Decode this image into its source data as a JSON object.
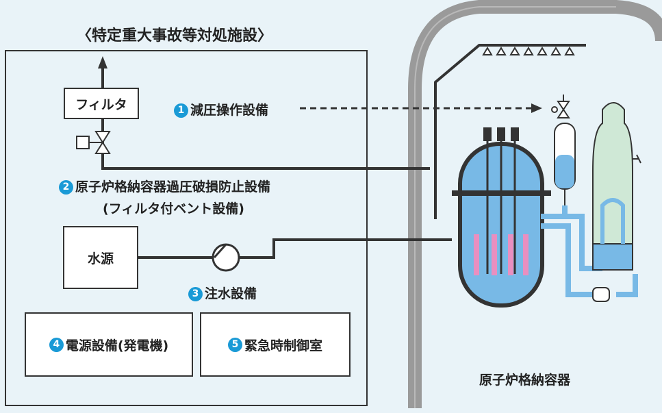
{
  "facility_title": "〈特定重大事故等対処施設〉",
  "filter_label": "フィルタ",
  "water_source_label": "水源",
  "items": [
    {
      "number": "1",
      "label": "減圧操作設備"
    },
    {
      "number": "2",
      "label": "原子炉格納容器過圧破損防止設備",
      "sublabel": "(フィルタ付ベント設備)"
    },
    {
      "number": "3",
      "label": "注水設備"
    },
    {
      "number": "4",
      "label": "電源設備(発電機)"
    },
    {
      "number": "5",
      "label": "緊急時制御室"
    }
  ],
  "containment_label": "原子炉格納容器",
  "colors": {
    "accent_blue": "#1a9ad6",
    "water_blue": "#78b9e6",
    "containment_gray": "#9a9a9a",
    "fuel_pink": "#e98fc0",
    "generator_green": "#cfe8d6"
  }
}
